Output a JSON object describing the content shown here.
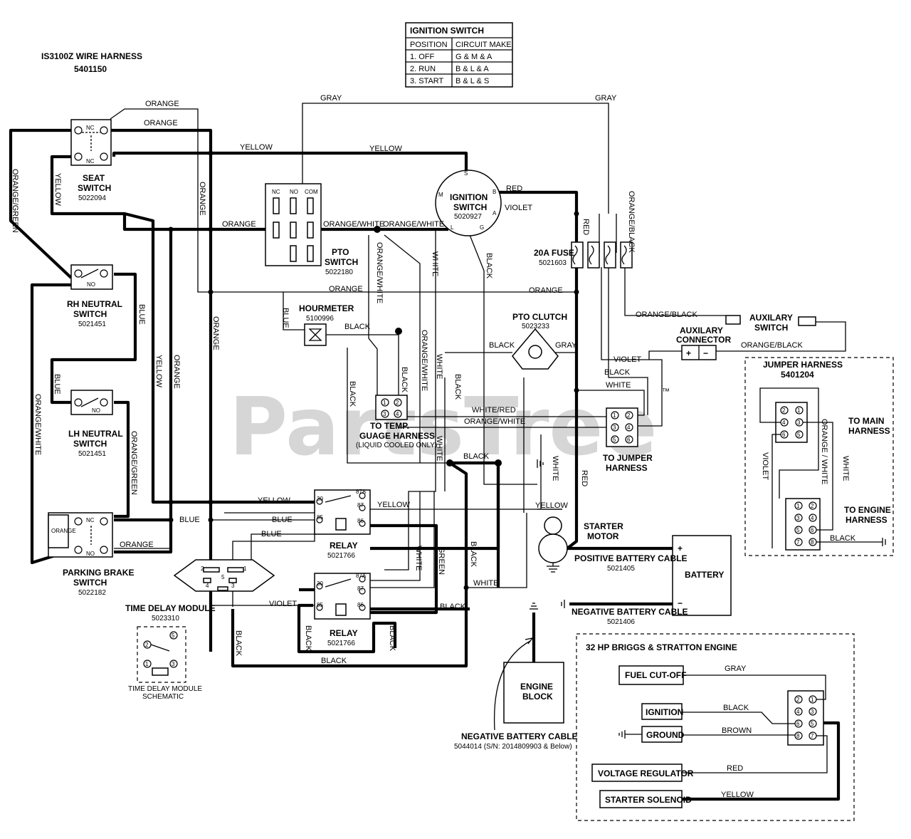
{
  "harness": {
    "title": "IS3100Z WIRE HARNESS",
    "part": "5401150"
  },
  "ignition_table": {
    "title": "IGNITION SWITCH",
    "headers": [
      "POSITION",
      "CIRCUIT MAKE"
    ],
    "rows": [
      [
        "1. OFF",
        "G & M & A"
      ],
      [
        "2. RUN",
        "B & L & A"
      ],
      [
        "3. START",
        "B & L & S"
      ]
    ]
  },
  "components": {
    "seat_switch": {
      "name_1": "SEAT",
      "name_2": "SWITCH",
      "part": "5022094"
    },
    "rh_neutral": {
      "name_1": "RH NEUTRAL",
      "name_2": "SWITCH",
      "part": "5021451"
    },
    "lh_neutral": {
      "name_1": "LH NEUTRAL",
      "name_2": "SWITCH",
      "part": "5021451"
    },
    "parking_brake": {
      "name_1": "PARKING BRAKE",
      "name_2": "SWITCH",
      "part": "5022182"
    },
    "pto_switch": {
      "name_1": "PTO",
      "name_2": "SWITCH",
      "part": "5022180",
      "pin_nc": "NC",
      "pin_no": "NO",
      "pin_com": "COM"
    },
    "ignition_switch": {
      "name_1": "IGNITION",
      "name_2": "SWITCH",
      "part": "5020927"
    },
    "fuse": {
      "name": "20A FUSE",
      "part": "5021603"
    },
    "hourmeter": {
      "name": "HOURMETER",
      "part": "5100996"
    },
    "pto_clutch": {
      "name": "PTO CLUTCH",
      "part": "5023233"
    },
    "aux_connector": {
      "name_1": "AUXILARY",
      "name_2": "CONNECTOR"
    },
    "aux_switch": {
      "name_1": "AUXILARY",
      "name_2": "SWITCH"
    },
    "temp_gauge": {
      "name_1": "TO TEMP.",
      "name_2": "GUAGE HARNESS",
      "note": "(LIQUID COOLED ONLY)"
    },
    "to_jumper": {
      "name_1": "TO JUMPER",
      "name_2": "HARNESS"
    },
    "relay_1": {
      "name": "RELAY",
      "part": "5021766"
    },
    "relay_2": {
      "name": "RELAY",
      "part": "5021766"
    },
    "time_delay": {
      "name": "TIME DELAY MODULE",
      "part": "5023310",
      "schem_1": "TIME DELAY MODULE",
      "schem_2": "SCHEMATIC"
    },
    "starter": {
      "name_1": "STARTER",
      "name_2": "MOTOR"
    },
    "battery": {
      "name": "BATTERY",
      "plus": "+",
      "minus": "−"
    },
    "pos_cable": {
      "name": "POSITIVE BATTERY CABLE",
      "part": "5021405"
    },
    "neg_cable": {
      "name": "NEGATIVE BATTERY CABLE",
      "part": "5021406"
    },
    "neg_cable_2": {
      "name": "NEGATIVE BATTERY CABLE",
      "part": "5044014 (S/N: 2014809903 & Below)"
    },
    "engine_block": {
      "name_1": "ENGINE",
      "name_2": "BLOCK"
    }
  },
  "jumper_harness": {
    "title": "JUMPER HARNESS",
    "part": "5401204",
    "to_main_1": "TO MAIN",
    "to_main_2": "HARNESS",
    "to_engine_1": "TO ENGINE",
    "to_engine_2": "HARNESS"
  },
  "engine": {
    "title": "32 HP BRIGGS & STRATTON ENGINE",
    "boxes": [
      "FUEL CUT-OFF",
      "IGNITION",
      "GROUND",
      "VOLTAGE REGULATOR",
      "STARTER SOLENOID"
    ],
    "wires": [
      "GRAY",
      "BLACK",
      "BROWN",
      "RED",
      "YELLOW"
    ]
  },
  "wire_colors": {
    "orange": "ORANGE",
    "yellow": "YELLOW",
    "blue": "BLUE",
    "black": "BLACK",
    "white": "WHITE",
    "gray": "GRAY",
    "red": "RED",
    "violet": "VIOLET",
    "green": "GREEN",
    "orange_green": "ORANGE/GREEN",
    "orange_white": "ORANGE/WHITE",
    "orange_black": "ORANGE/BLACK",
    "white_red": "WHITE/RED",
    "orange_white_sp": "ORANGE / WHITE"
  },
  "switch_marks": {
    "nc": "NC",
    "no": "NO",
    "orange_tag": "ORANGE"
  },
  "relay_pins": {
    "p30": "30",
    "p85": "85",
    "p86": "86",
    "p87": "87",
    "p87a": "87A"
  },
  "module_pins": {
    "p1": "1",
    "p2": "2",
    "p3": "3",
    "p4": "4",
    "p5": "5"
  },
  "ign_terminals": {
    "s": "S",
    "b": "B",
    "m": "M",
    "a": "A",
    "l": "L",
    "g": "G"
  },
  "connector_pins": [
    "1",
    "2",
    "3",
    "4",
    "5",
    "6",
    "7",
    "8"
  ],
  "watermark": "PartsTree",
  "trademark": "™"
}
